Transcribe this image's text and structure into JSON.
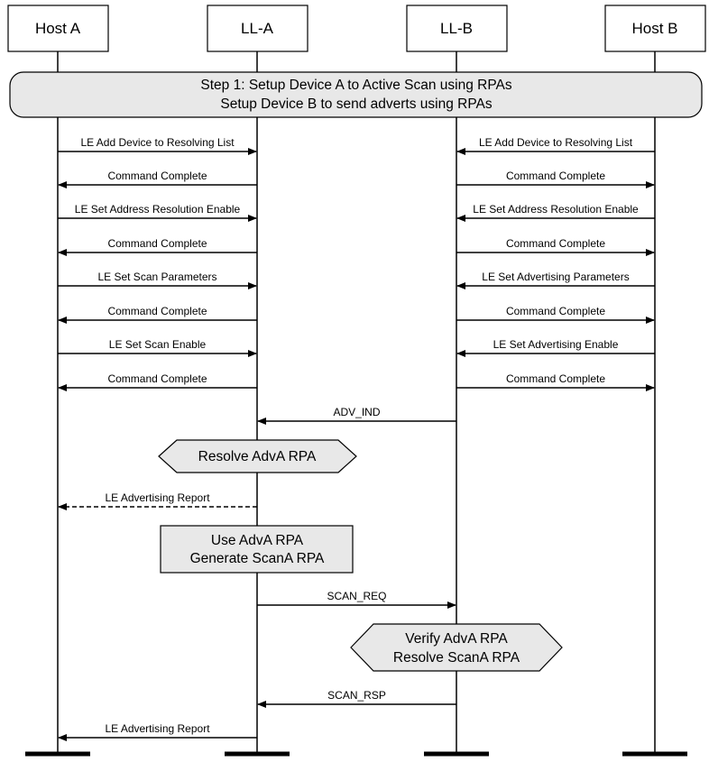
{
  "actors": [
    {
      "id": "host_a",
      "label": "Host A"
    },
    {
      "id": "ll_a",
      "label": "LL-A"
    },
    {
      "id": "ll_b",
      "label": "LL-B"
    },
    {
      "id": "host_b",
      "label": "Host B"
    }
  ],
  "step": {
    "lines": [
      "Step 1:  Setup Device A to Active Scan using RPAs",
      "Setup Device B to send adverts using RPAs"
    ]
  },
  "messages": [
    {
      "label": "LE Add Device to Resolving List",
      "from": "host_a",
      "to": "ll_a",
      "style": "solid"
    },
    {
      "label": "LE Add Device to Resolving List",
      "from": "host_b",
      "to": "ll_b",
      "style": "solid"
    },
    {
      "label": "Command Complete",
      "from": "ll_a",
      "to": "host_a",
      "style": "solid"
    },
    {
      "label": "Command Complete",
      "from": "ll_b",
      "to": "host_b",
      "style": "solid"
    },
    {
      "label": "LE Set Address Resolution Enable",
      "from": "host_a",
      "to": "ll_a",
      "style": "solid"
    },
    {
      "label": "LE Set Address Resolution Enable",
      "from": "host_b",
      "to": "ll_b",
      "style": "solid"
    },
    {
      "label": "Command Complete",
      "from": "ll_a",
      "to": "host_a",
      "style": "solid"
    },
    {
      "label": "Command Complete",
      "from": "ll_b",
      "to": "host_b",
      "style": "solid"
    },
    {
      "label": "LE Set Scan Parameters",
      "from": "host_a",
      "to": "ll_a",
      "style": "solid"
    },
    {
      "label": "LE Set Advertising Parameters",
      "from": "host_b",
      "to": "ll_b",
      "style": "solid"
    },
    {
      "label": "Command Complete",
      "from": "ll_a",
      "to": "host_a",
      "style": "solid"
    },
    {
      "label": "Command Complete",
      "from": "ll_b",
      "to": "host_b",
      "style": "solid"
    },
    {
      "label": "LE Set Scan Enable",
      "from": "host_a",
      "to": "ll_a",
      "style": "solid"
    },
    {
      "label": "LE Set Advertising Enable",
      "from": "host_b",
      "to": "ll_b",
      "style": "solid"
    },
    {
      "label": "Command Complete",
      "from": "ll_a",
      "to": "host_a",
      "style": "solid"
    },
    {
      "label": "Command Complete",
      "from": "ll_b",
      "to": "host_b",
      "style": "solid"
    },
    {
      "label": "ADV_IND",
      "from": "ll_b",
      "to": "ll_a",
      "style": "solid"
    },
    {
      "label": "LE Advertising Report",
      "from": "ll_a",
      "to": "host_a",
      "style": "dashed"
    },
    {
      "label": "SCAN_REQ",
      "from": "ll_a",
      "to": "ll_b",
      "style": "solid"
    },
    {
      "label": "SCAN_RSP",
      "from": "ll_b",
      "to": "ll_a",
      "style": "solid"
    },
    {
      "label": "LE Advertising Report",
      "from": "ll_a",
      "to": "host_a",
      "style": "solid"
    }
  ],
  "notes": [
    {
      "shape": "hexagon",
      "lines": [
        "Resolve AdvA RPA"
      ]
    },
    {
      "shape": "rect",
      "lines": [
        "Use AdvA RPA",
        "Generate ScanA RPA"
      ]
    },
    {
      "shape": "hexagon",
      "lines": [
        "Verify AdvA RPA",
        "Resolve ScanA RPA"
      ]
    }
  ],
  "colors": {
    "note_fill": "#e8e8e8",
    "line": "#000000",
    "background": "#ffffff"
  }
}
